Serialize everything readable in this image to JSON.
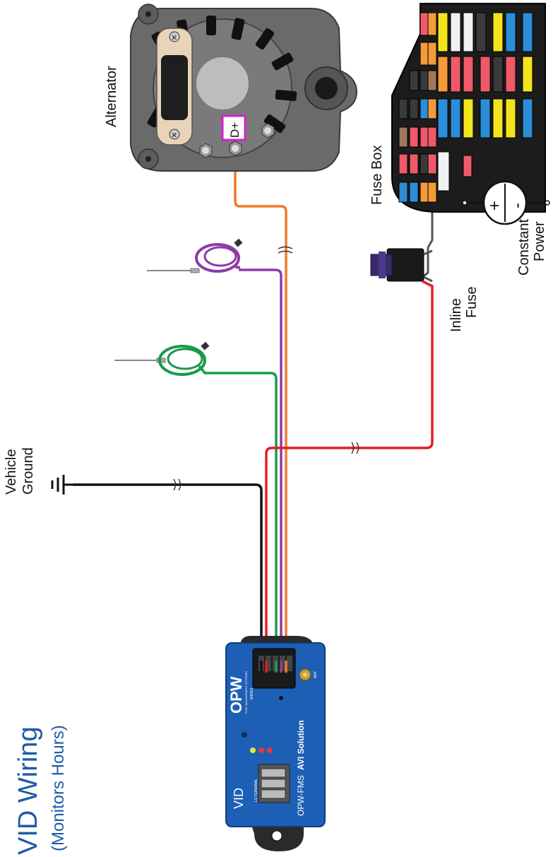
{
  "title": {
    "main": "VID Wiring",
    "sub": "(Monitors Hours)"
  },
  "labels": {
    "alternator": "Alternator",
    "d_plus": "D+",
    "fuse_box": "Fuse Box",
    "constant_power_1": "Constant",
    "constant_power_2": "Power",
    "plus_sign": "+",
    "minus_sign": "-",
    "inline_fuse_1": "Inline",
    "inline_fuse_2": "Fuse",
    "vehicle_ground_1": "Vehicle",
    "vehicle_ground_2": "Ground"
  },
  "device": {
    "brand": "OPW",
    "brand_sub": "FUEL MANAGEMENT SYSTEMS",
    "model": "VID",
    "product_line_prefix": "OPW-FMS",
    "product_line": "AVI Solution",
    "connector_label": "WIRES",
    "terminal_label": "LS TERMINAL",
    "ant_label": "ANT"
  },
  "colors": {
    "title_blue": "#1f5aa8",
    "device_blue": "#1d5fb5",
    "wire_orange": "#f07a2e",
    "wire_purple": "#8e3aa8",
    "wire_green": "#1a9a4a",
    "wire_red": "#e31e24",
    "wire_black": "#111111",
    "wire_gray": "#555555",
    "d_plus_magenta": "#d61fd0"
  }
}
